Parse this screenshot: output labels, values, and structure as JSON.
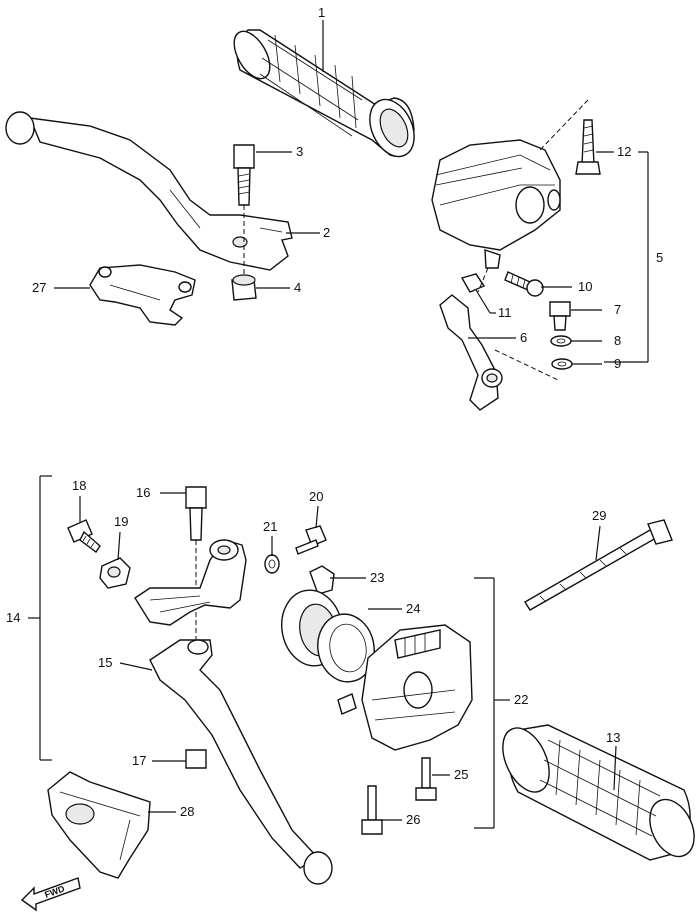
{
  "callouts": {
    "c1": "1",
    "c2": "2",
    "c3": "3",
    "c4": "4",
    "c5": "5",
    "c6": "6",
    "c7": "7",
    "c8": "8",
    "c9": "9",
    "c10": "10",
    "c11": "11",
    "c12": "12",
    "c13": "13",
    "c14": "14",
    "c15": "15",
    "c16": "16",
    "c17": "17",
    "c18": "18",
    "c19": "19",
    "c20": "20",
    "c21": "21",
    "c22": "22",
    "c23": "23",
    "c24": "24",
    "c25": "25",
    "c26": "26",
    "c27": "27",
    "c28": "28",
    "c29": "29"
  },
  "direction_marker": {
    "text": "FWD",
    "icon": "forward-arrow-icon"
  }
}
